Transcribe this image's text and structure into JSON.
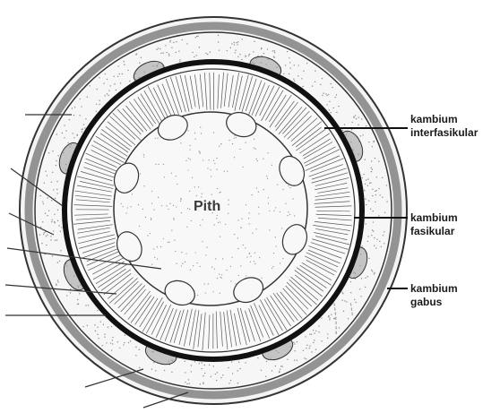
{
  "title": "",
  "labels": {
    "pith": "Pith",
    "interfascicular": {
      "line1": "kambium",
      "line2": "interfasikular"
    },
    "fascicular": {
      "line1": "kambium",
      "line2": "fasikular"
    },
    "cork": {
      "line1": "kambium",
      "line2": "gabus"
    }
  },
  "colors": {
    "ink": "#222222",
    "paper": "#fafafa",
    "speckle": "#8a8a8a",
    "cambium": "#1a1a1a"
  },
  "structure": {
    "vascular_bundles": 8,
    "ray_count": 180,
    "phloem_caps": 8
  }
}
